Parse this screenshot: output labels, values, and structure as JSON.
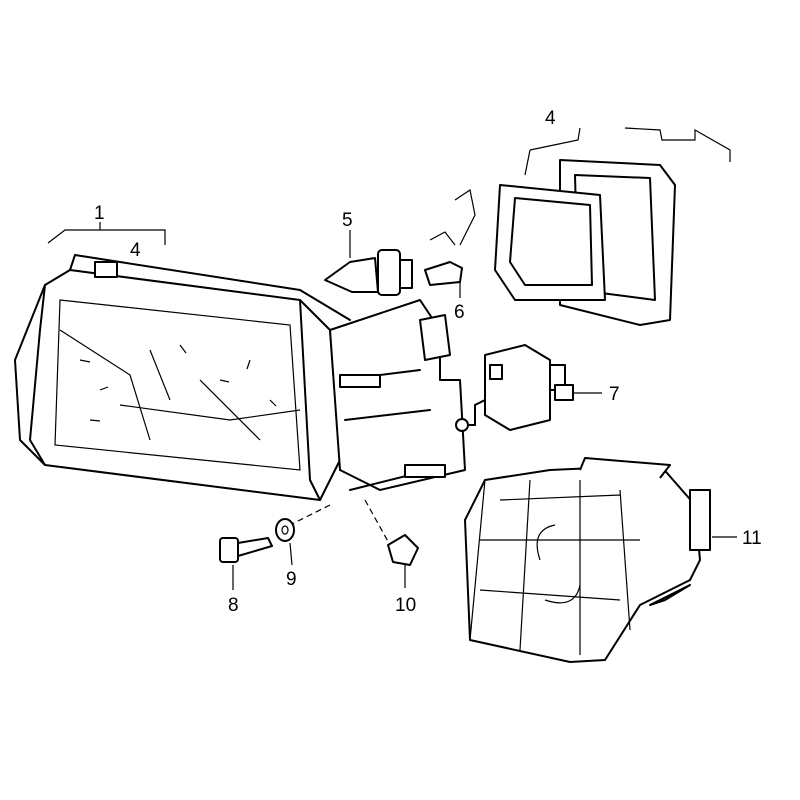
{
  "diagram": {
    "title": "Headlight assembly exploded parts diagram",
    "callouts": {
      "headlight_assembly": "1",
      "headlight_sub": "4",
      "gasket_cover": "4",
      "bulb_main": "5",
      "bulb_small": "6",
      "adjuster_motor": "7",
      "bolt": "8",
      "washer": "9",
      "clip_nut": "10",
      "turn_signal": "11"
    }
  }
}
